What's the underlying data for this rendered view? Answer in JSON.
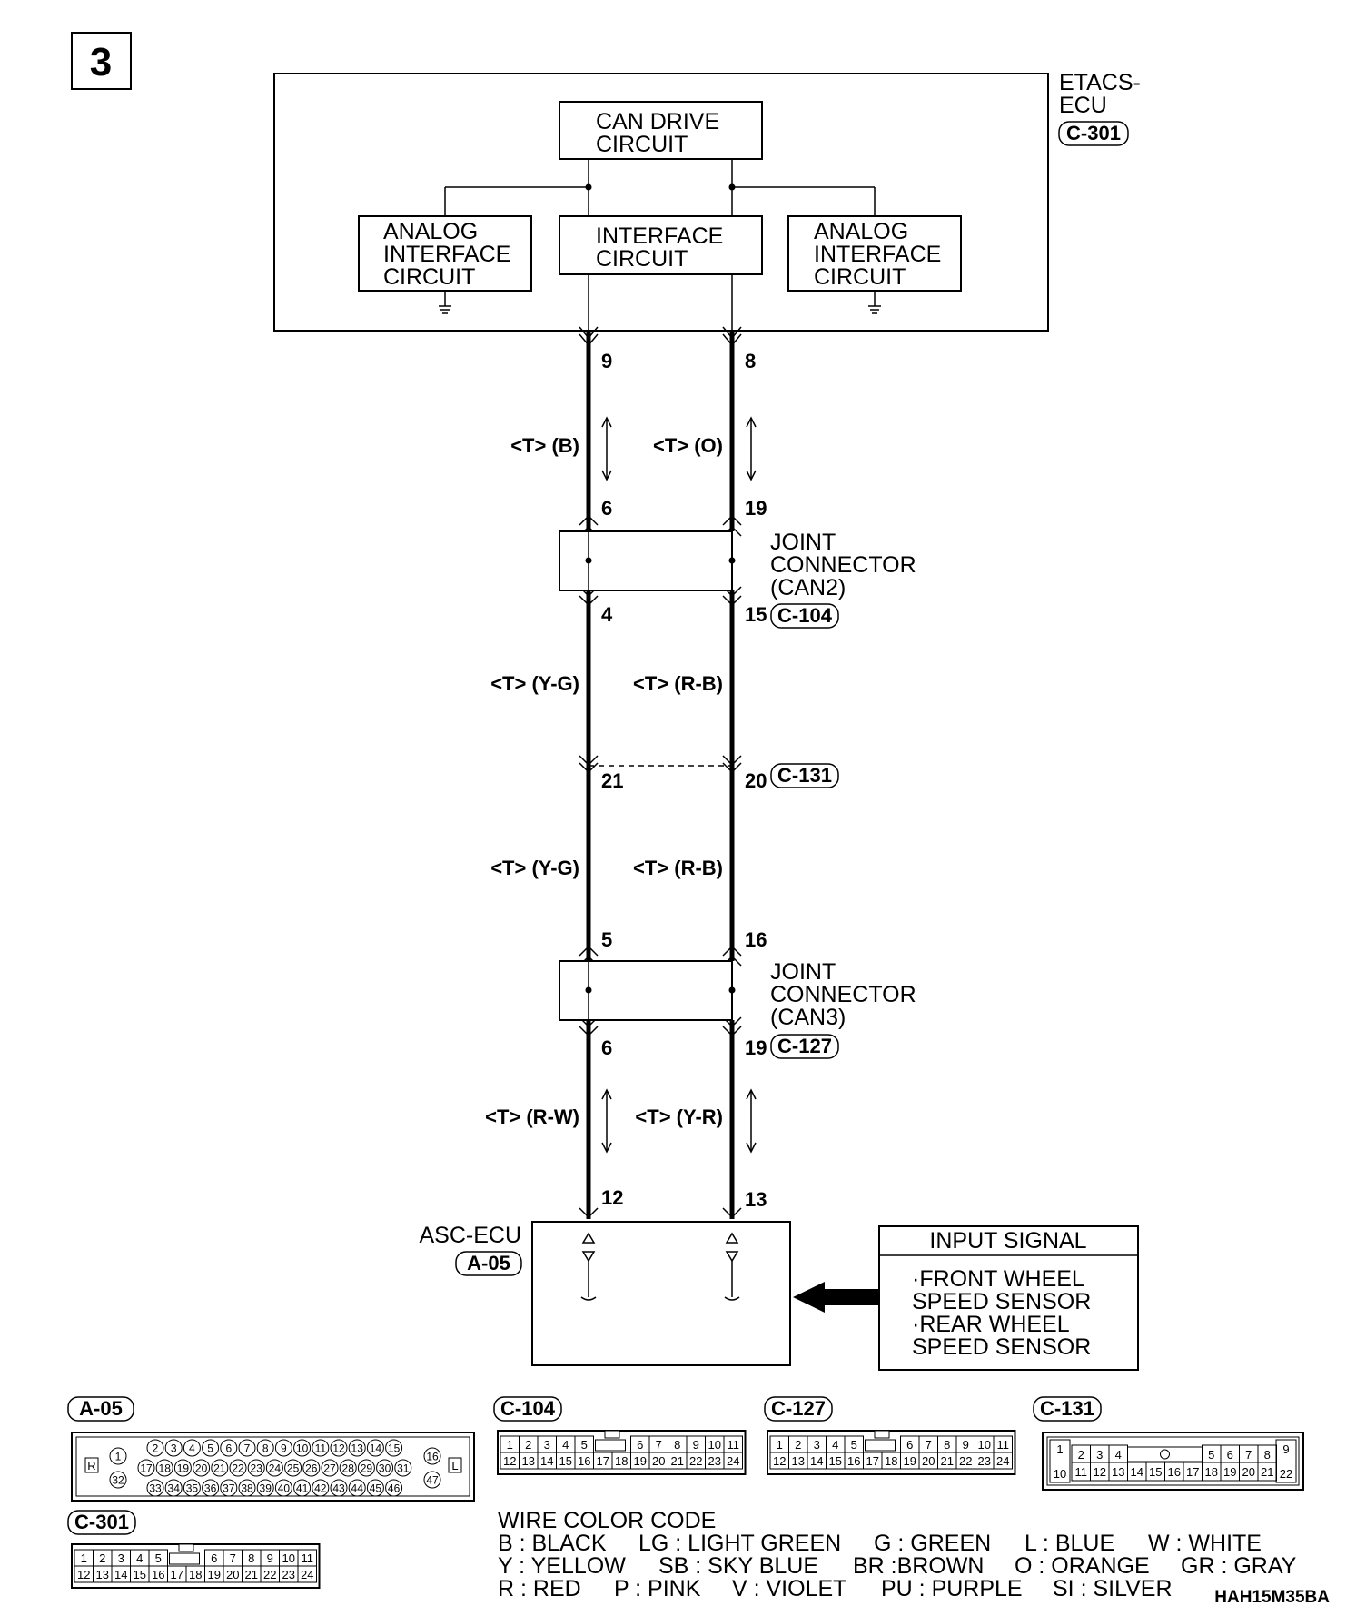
{
  "step_number": "3",
  "etacs": {
    "name_line1": "ETACS-",
    "name_line2": "ECU",
    "connector": "C-301",
    "can_drive": [
      "CAN DRIVE",
      "CIRCUIT"
    ],
    "interface": [
      "INTERFACE",
      "CIRCUIT"
    ],
    "analog_left": [
      "ANALOG",
      "INTERFACE",
      "CIRCUIT"
    ],
    "analog_right": [
      "ANALOG",
      "INTERFACE",
      "CIRCUIT"
    ]
  },
  "pins": {
    "etacs_left": "9",
    "etacs_right": "8",
    "can2_top_left": "6",
    "can2_top_right": "19",
    "can2_bottom_left": "4",
    "can2_bottom_right": "15",
    "c131_left": "21",
    "c131_right": "20",
    "can3_top_left": "5",
    "can3_top_right": "16",
    "can3_bottom_left": "6",
    "can3_bottom_right": "19",
    "asc_left": "12",
    "asc_right": "13"
  },
  "wires": {
    "seg1_left": "<T> (B)",
    "seg1_right": "<T> (O)",
    "seg2_left": "<T> (Y-G)",
    "seg2_right": "<T> (R-B)",
    "seg3_left": "<T> (Y-G)",
    "seg3_right": "<T> (R-B)",
    "seg4_left": "<T> (R-W)",
    "seg4_right": "<T> (Y-R)"
  },
  "joint_can2": {
    "lines": [
      "JOINT",
      "CONNECTOR",
      "(CAN2)"
    ],
    "connector": "C-104"
  },
  "joint_can3": {
    "lines": [
      "JOINT",
      "CONNECTOR",
      "(CAN3)"
    ],
    "connector": "C-127"
  },
  "inline_connector": "C-131",
  "asc": {
    "name": "ASC-ECU",
    "connector": "A-05"
  },
  "input_signal": {
    "title": "INPUT SIGNAL",
    "lines": [
      "·FRONT WHEEL",
      " SPEED SENSOR",
      "·REAR WHEEL",
      " SPEED SENSOR"
    ]
  },
  "connector_faces": {
    "a05": {
      "label": "A-05",
      "row1": [
        "2",
        "3",
        "4",
        "5",
        "6",
        "7",
        "8",
        "9",
        "10",
        "11",
        "12",
        "13",
        "14",
        "15"
      ],
      "row2": [
        "17",
        "18",
        "19",
        "20",
        "21",
        "22",
        "23",
        "24",
        "25",
        "26",
        "27",
        "28",
        "29",
        "30",
        "31"
      ],
      "row3": [
        "33",
        "34",
        "35",
        "36",
        "37",
        "38",
        "39",
        "40",
        "41",
        "42",
        "43",
        "44",
        "45",
        "46"
      ],
      "left_pins": [
        "1",
        "32"
      ],
      "right_pins": [
        "16",
        "47"
      ],
      "left_mark": "R",
      "right_mark": "L"
    },
    "c104": {
      "label": "C-104",
      "row1": [
        "1",
        "2",
        "3",
        "4",
        "5",
        "",
        "6",
        "7",
        "8",
        "9",
        "10",
        "11"
      ],
      "row2": [
        "12",
        "13",
        "14",
        "15",
        "16",
        "17",
        "18",
        "19",
        "20",
        "21",
        "22",
        "23",
        "24"
      ]
    },
    "c127": {
      "label": "C-127",
      "row1": [
        "1",
        "2",
        "3",
        "4",
        "5",
        "",
        "6",
        "7",
        "8",
        "9",
        "10",
        "11"
      ],
      "row2": [
        "12",
        "13",
        "14",
        "15",
        "16",
        "17",
        "18",
        "19",
        "20",
        "21",
        "22",
        "23",
        "24"
      ]
    },
    "c131": {
      "label": "C-131",
      "row1": [
        "2",
        "3",
        "4",
        "",
        "5",
        "6",
        "7",
        "8"
      ],
      "row2": [
        "11",
        "12",
        "13",
        "14",
        "15",
        "16",
        "17",
        "18",
        "19",
        "20",
        "21"
      ],
      "left_pins": [
        "1",
        "10"
      ],
      "right_pins": [
        "9",
        "22"
      ]
    },
    "c301": {
      "label": "C-301",
      "row1": [
        "1",
        "2",
        "3",
        "4",
        "5",
        "",
        "6",
        "7",
        "8",
        "9",
        "10",
        "11"
      ],
      "row2": [
        "12",
        "13",
        "14",
        "15",
        "16",
        "17",
        "18",
        "19",
        "20",
        "21",
        "22",
        "23",
        "24"
      ]
    }
  },
  "legend": {
    "title": "WIRE COLOR CODE",
    "row1": [
      "B : BLACK",
      "LG : LIGHT GREEN",
      "G : GREEN",
      "L : BLUE",
      "W : WHITE"
    ],
    "row2": [
      "Y : YELLOW",
      "SB : SKY BLUE",
      "BR :BROWN",
      "O : ORANGE",
      "GR : GRAY"
    ],
    "row3": [
      "R : RED",
      "P : PINK",
      "V : VIOLET",
      "PU : PURPLE",
      "SI : SILVER"
    ]
  },
  "figure_code": "HAH15M35BA"
}
